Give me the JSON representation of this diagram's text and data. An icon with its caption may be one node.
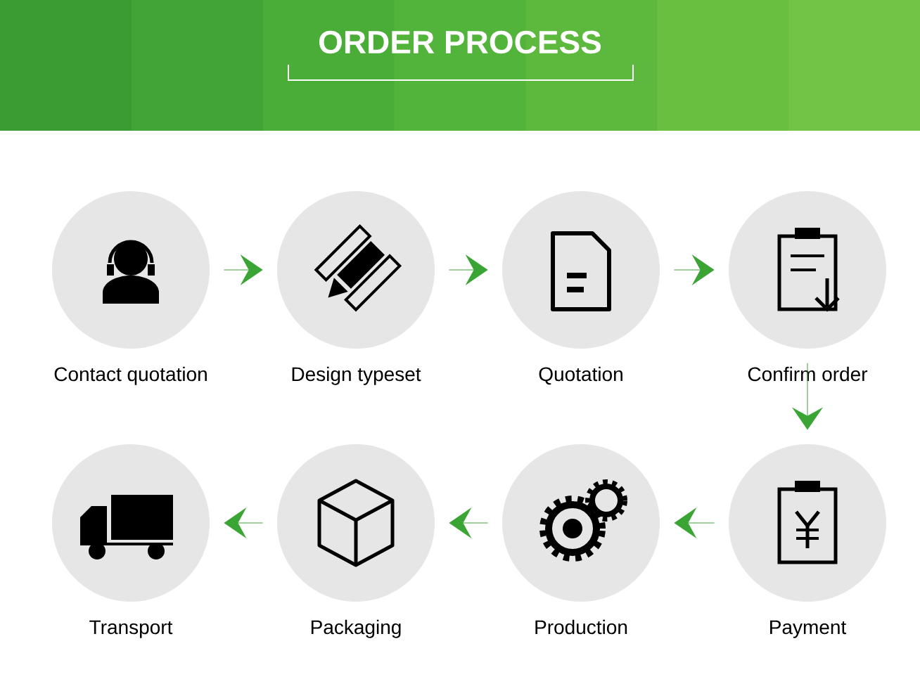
{
  "diagram": {
    "title": "ORDER PROCESS",
    "nodes": [
      {
        "text": [
          "Contact quotation"
        ]
      },
      {
        "text": [
          "Design typeset"
        ]
      },
      {
        "text": [
          "Quotation"
        ]
      },
      {
        "text": [
          "Confirm order"
        ]
      },
      {
        "text": [
          "Transport"
        ]
      },
      {
        "text": [
          "Packaging"
        ]
      },
      {
        "text": [
          "Production"
        ]
      },
      {
        "text": [
          "Payment"
        ]
      }
    ],
    "edges": [
      {
        "from": 0,
        "to": 1,
        "arrow": "to"
      },
      {
        "from": 1,
        "to": 2,
        "arrow": "to"
      },
      {
        "from": 2,
        "to": 3,
        "arrow": "to"
      },
      {
        "from": 3,
        "to": 7,
        "arrow": "to"
      },
      {
        "from": 7,
        "to": 6,
        "arrow": "to"
      },
      {
        "from": 6,
        "to": 5,
        "arrow": "to"
      },
      {
        "from": 5,
        "to": 4,
        "arrow": "to"
      }
    ]
  }
}
